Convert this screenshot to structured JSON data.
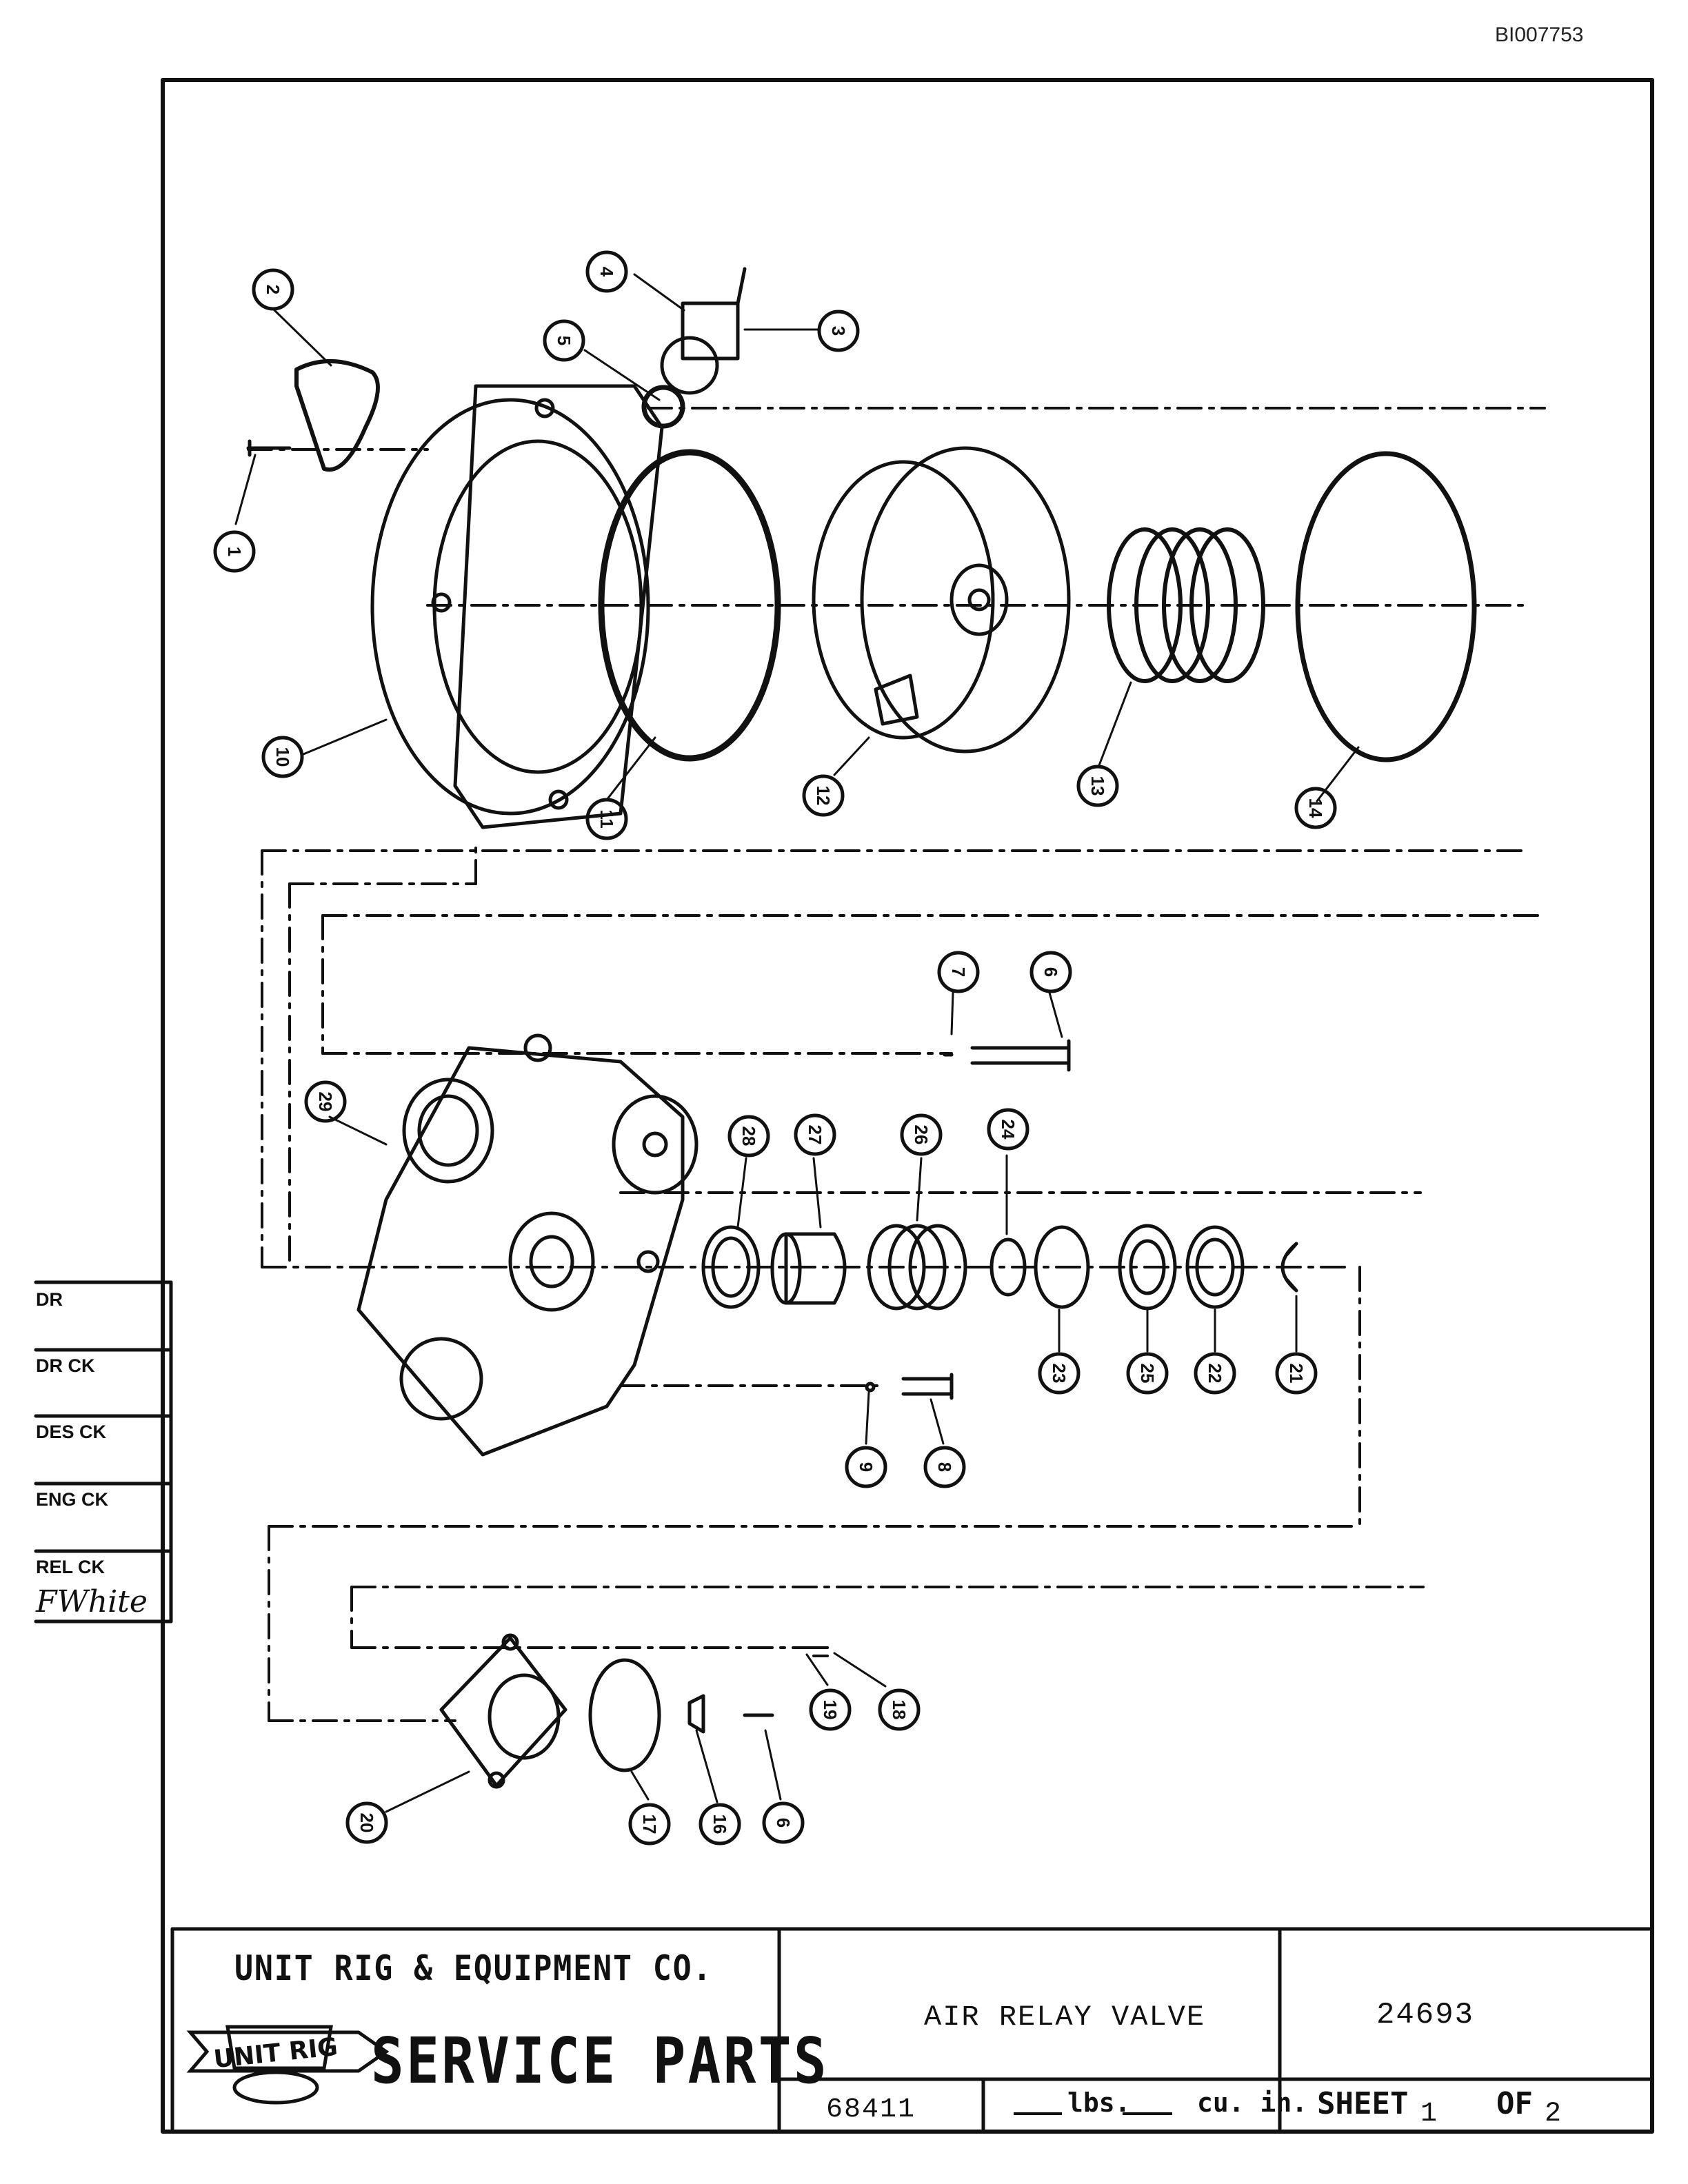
{
  "document_id": "BI007753",
  "revision_labels": [
    "DR",
    "DR CK",
    "DES CK",
    "ENG CK",
    "REL CK"
  ],
  "signature": "FWhite",
  "callouts": [
    "1",
    "2",
    "3",
    "4",
    "5",
    "6",
    "7",
    "8",
    "9",
    "10",
    "11",
    "12",
    "13",
    "14",
    "16",
    "17",
    "18",
    "19",
    "20",
    "21",
    "22",
    "23",
    "24",
    "25",
    "26",
    "27",
    "28",
    "29",
    "6",
    "6"
  ],
  "title_block": {
    "company": "UNIT RIG & EQUIPMENT CO.",
    "logo_text": "UNIT RIG",
    "service": "SERVICE PARTS",
    "part_name": "AIR RELAY VALVE",
    "part_number": "24693",
    "secondary_number": "68411",
    "weight_unit": "lbs.",
    "volume_unit": "cu. in.",
    "sheet_label": "SHEET",
    "sheet_number": "1",
    "of_label": "OF",
    "sheet_total": "2"
  }
}
